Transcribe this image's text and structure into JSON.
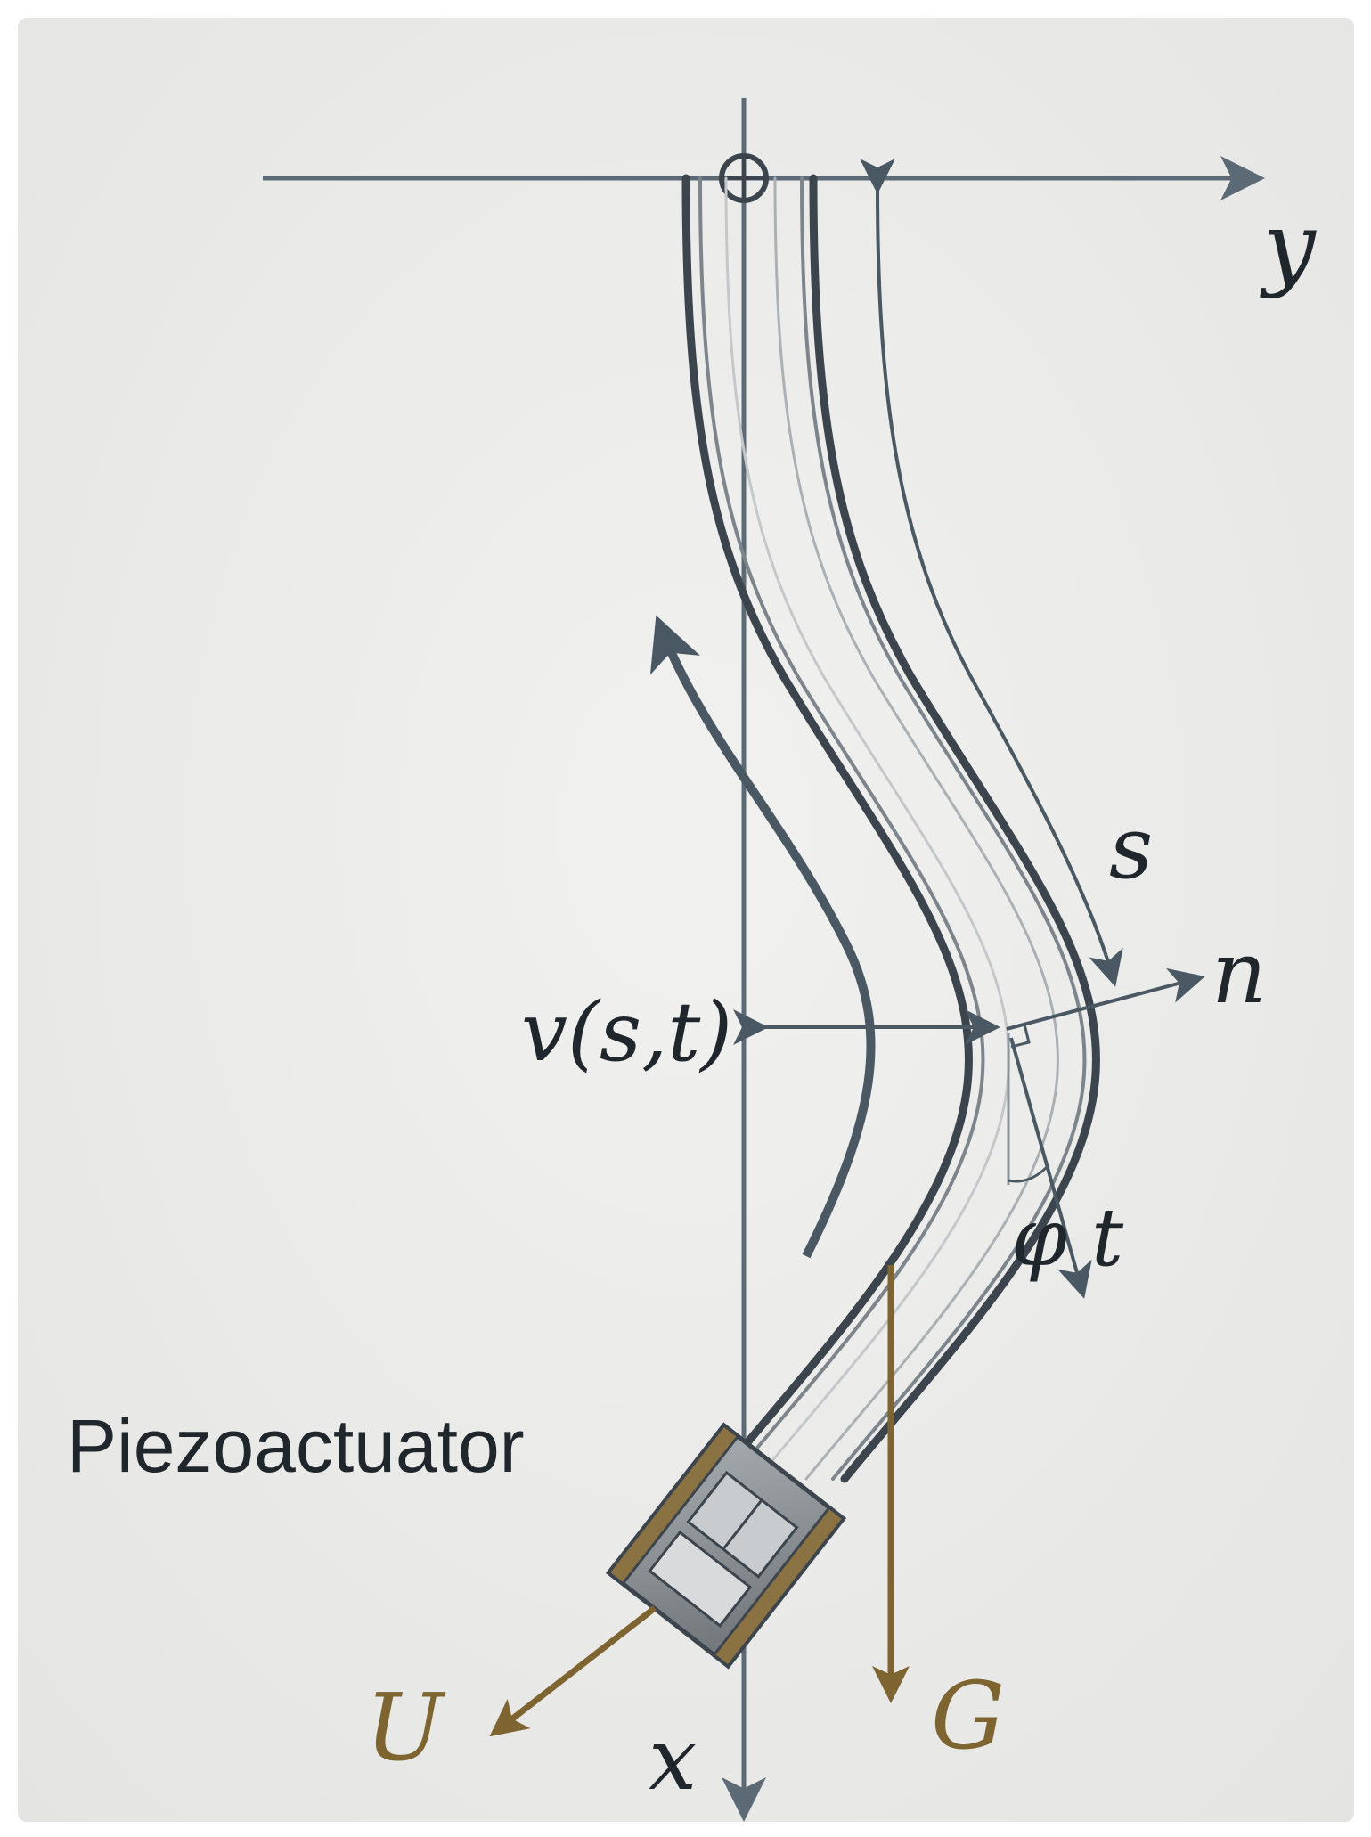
{
  "labels": {
    "axis_y": "y",
    "axis_x": "x",
    "arc_length": "s",
    "normal": "n",
    "tangent": "t",
    "angle": "φ",
    "deflection": "v(s,t)",
    "actuator": "Piezoactuator",
    "control_force": "U",
    "gravity": "G"
  },
  "colors": {
    "background": "#ebebe9",
    "axis": "#5b6a75",
    "tube_dark": "#3c454d",
    "tube_light": "#c4c8cb",
    "text": "#1f262c",
    "gold": "#7d6430",
    "actuator_body": "#8e9498",
    "actuator_band": "#8a7243"
  }
}
